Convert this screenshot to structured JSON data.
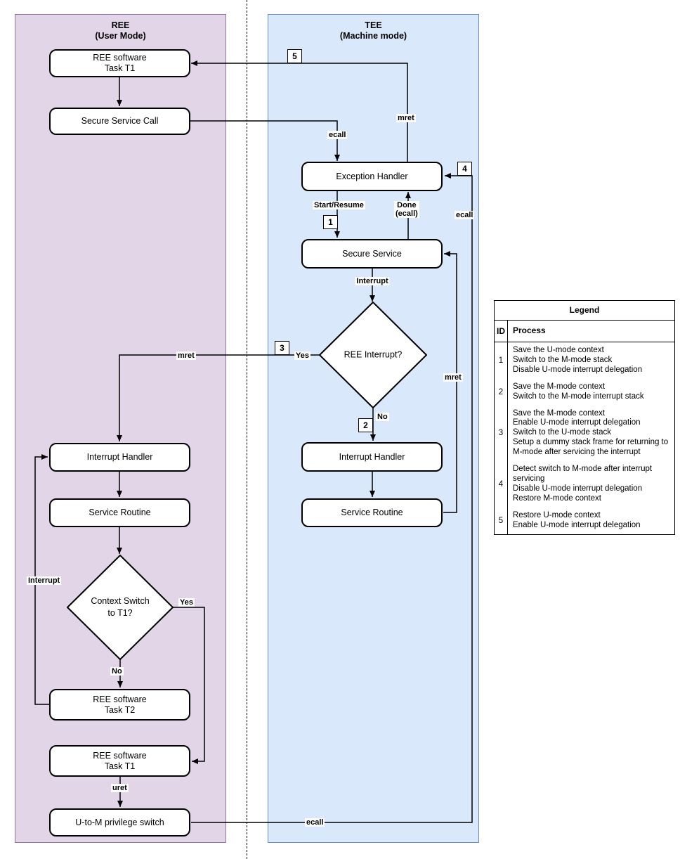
{
  "colors": {
    "ree_fill": "#E1D5E7",
    "ree_border": "#9673A6",
    "tee_fill": "#DAE8FC",
    "tee_border": "#6C8EBF",
    "node_fill": "#FFFFFF",
    "node_border": "#000000"
  },
  "ree": {
    "title": "REE\n(User Mode)",
    "nodes": {
      "task_t1_top": "REE software\nTask T1",
      "secure_service_call": "Secure Service Call",
      "interrupt_handler": "Interrupt Handler",
      "service_routine": "Service Routine",
      "context_switch": "Context Switch\nto T1?",
      "task_t2": "REE software\nTask T2",
      "task_t1_bottom": "REE software\nTask T1",
      "u_to_m": "U-to-M privilege switch"
    }
  },
  "tee": {
    "title": "TEE\n(Machine mode)",
    "nodes": {
      "exception_handler": "Exception Handler",
      "secure_service": "Secure Service",
      "ree_interrupt": "REE Interrupt?",
      "interrupt_handler": "Interrupt Handler",
      "service_routine": "Service Routine"
    }
  },
  "edge_labels": {
    "ecall_call": "ecall",
    "mret_return": "mret",
    "start_resume": "Start/Resume",
    "done_ecall": "Done\n(ecall)",
    "interrupt_tee": "Interrupt",
    "yes_tee": "Yes",
    "mret_yes": "mret",
    "no_tee": "No",
    "mret_service": "mret",
    "ecall_up": "ecall",
    "interrupt_ree": "Interrupt",
    "yes_ree": "Yes",
    "no_ree": "No",
    "uret": "uret",
    "ecall_bottom": "ecall"
  },
  "badges": {
    "b1": "1",
    "b2": "2",
    "b3": "3",
    "b4": "4",
    "b5": "5"
  },
  "legend": {
    "title": "Legend",
    "col_id": "ID",
    "col_process": "Process",
    "rows": [
      {
        "id": "1",
        "process": "Save the U-mode context\nSwitch to the M-mode stack\nDisable U-mode interrupt delegation"
      },
      {
        "id": "2",
        "process": "Save the M-mode context\nSwitch to the M-mode interrupt stack"
      },
      {
        "id": "3",
        "process": "Save the M-mode context\nEnable U-mode interrupt delegation\nSwitch to the U-mode stack\nSetup a dummy stack frame for returning to M-mode after servicing the interrupt"
      },
      {
        "id": "4",
        "process": "Detect switch to M-mode after interrupt servicing\nDisable U-mode interrupt delegation\nRestore M-mode context"
      },
      {
        "id": "5",
        "process": "Restore U-mode context\nEnable U-mode interrupt delegation"
      }
    ]
  }
}
